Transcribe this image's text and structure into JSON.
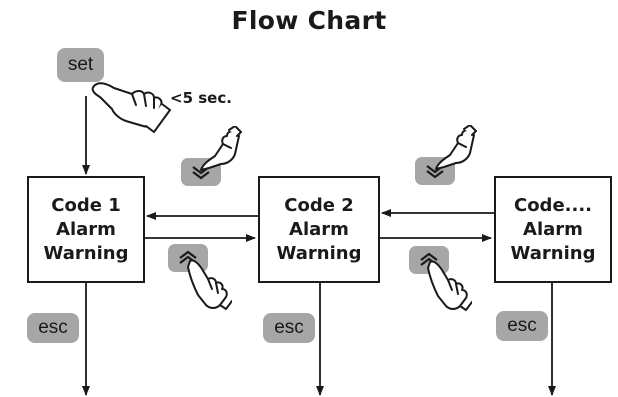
{
  "title": "Flow Chart",
  "note": "<5 sec.",
  "boxes": [
    {
      "lines": [
        "Code 1",
        "Alarm",
        "Warning"
      ]
    },
    {
      "lines": [
        "Code 2",
        "Alarm",
        "Warning"
      ]
    },
    {
      "lines": [
        "Code....",
        "Alarm",
        "Warning"
      ]
    }
  ],
  "keys": {
    "set": "set",
    "esc": "esc",
    "up_icon": "double-chevron-up-icon",
    "down_icon": "double-chevron-down-icon",
    "key_color": "#a6a6a6"
  }
}
